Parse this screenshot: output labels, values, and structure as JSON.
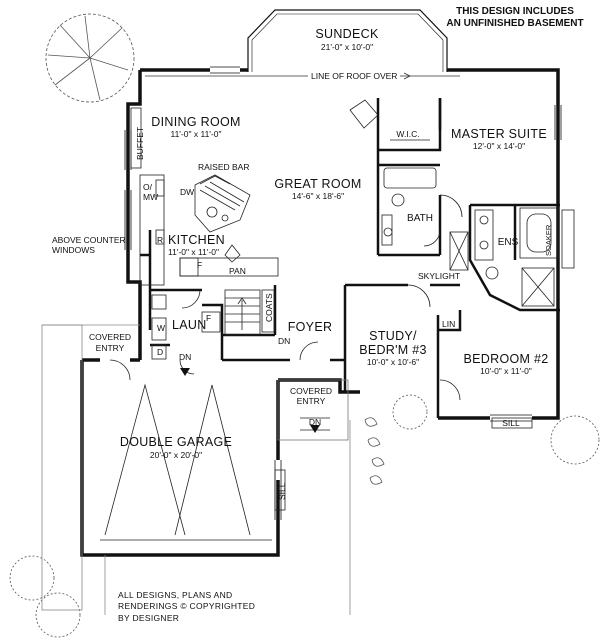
{
  "note": {
    "line1": "THIS DESIGN INCLUDES",
    "line2": "AN UNFINISHED BASEMENT"
  },
  "rooms": {
    "sundeck": {
      "name": "SUNDECK",
      "dim": "21'-0\" x 10'-0\""
    },
    "dining": {
      "name": "DINING ROOM",
      "dim": "11'-0\" x 11'-0\""
    },
    "great": {
      "name": "GREAT ROOM",
      "dim": "14'-6\" x 18'-6\""
    },
    "master": {
      "name": "MASTER SUITE",
      "dim": "12'-0\" x 14'-0\""
    },
    "kitchen": {
      "name": "KITCHEN",
      "dim": "11'-0\" x 11'-0\""
    },
    "study": {
      "name1": "STUDY/",
      "name2": "BEDR'M #3",
      "dim": "10'-0\" x 10'-6\""
    },
    "bedroom2": {
      "name": "BEDROOM #2",
      "dim": "10'-0\" x 11'-0\""
    },
    "garage": {
      "name": "DOUBLE GARAGE",
      "dim": "20'-0\" x 20'-0\""
    },
    "foyer": {
      "name": "FOYER"
    },
    "bath": {
      "name": "BATH"
    },
    "wic": {
      "name": "W.I.C."
    },
    "ens": {
      "name": "ENS"
    },
    "laun": {
      "name": "LAUN"
    }
  },
  "labels": {
    "roof": "LINE OF ROOF OVER",
    "buffet": "BUFFET",
    "raised_bar": "RAISED BAR",
    "dw": "DW",
    "omw1": "O/",
    "omw2": "MW",
    "r": "R",
    "above1": "ABOVE COUNTER",
    "above2": "WINDOWS",
    "f1": "F",
    "f2": "F",
    "pan": "PAN",
    "coats": "COATS",
    "dn1": "DN",
    "dn2": "DN",
    "dn3": "DN",
    "skylight": "SKYLIGHT",
    "soaker": "SOAKER",
    "lin": "LIN",
    "sill1": "SILL",
    "sill2": "SILL",
    "covered1a": "COVERED",
    "covered1b": "ENTRY",
    "covered2a": "COVERED",
    "covered2b": "ENTRY",
    "w": "W",
    "d": "D"
  },
  "copyright": {
    "line1": "ALL DESIGNS, PLANS AND",
    "line2": "RENDERINGS  ©  COPYRIGHTED",
    "line3": "BY DESIGNER"
  }
}
